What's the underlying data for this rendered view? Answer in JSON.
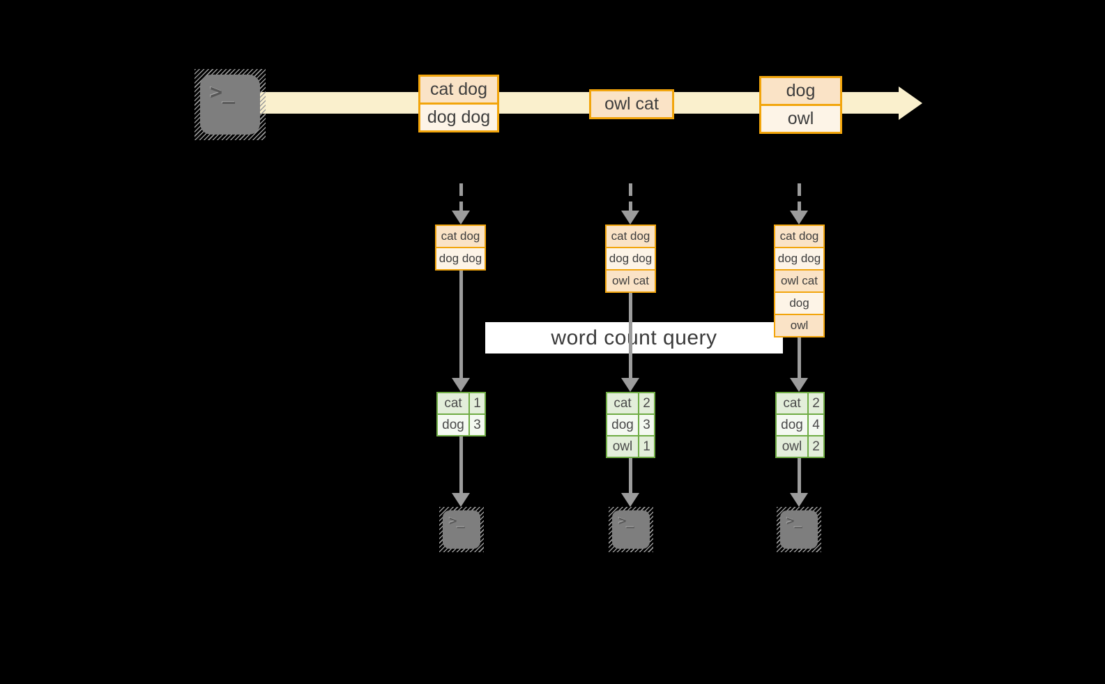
{
  "diagram": {
    "query_label": "word count query",
    "terminal_prompt": ">_",
    "source_icon": "terminal-icon",
    "sink_icon": "terminal-icon"
  },
  "stream": {
    "batches": [
      {
        "items": [
          "cat dog",
          "dog dog"
        ]
      },
      {
        "items": [
          "owl cat"
        ]
      },
      {
        "items": [
          "dog",
          "owl"
        ]
      }
    ]
  },
  "pipelines": [
    {
      "buffer": [
        "cat dog",
        "dog dog"
      ],
      "counts": [
        {
          "word": "cat",
          "count": "1"
        },
        {
          "word": "dog",
          "count": "3"
        }
      ]
    },
    {
      "buffer": [
        "cat dog",
        "dog dog",
        "owl cat"
      ],
      "counts": [
        {
          "word": "cat",
          "count": "2"
        },
        {
          "word": "dog",
          "count": "3"
        },
        {
          "word": "owl",
          "count": "1"
        }
      ]
    },
    {
      "buffer": [
        "cat dog",
        "dog dog",
        "owl cat",
        "dog",
        "owl"
      ],
      "counts": [
        {
          "word": "cat",
          "count": "2"
        },
        {
          "word": "dog",
          "count": "4"
        },
        {
          "word": "owl",
          "count": "2"
        }
      ]
    }
  ],
  "colors": {
    "background": "#000000",
    "stream_band": "#FAF0CD",
    "box_border": "#F2A50C",
    "box_fill_dark": "#FAE3C6",
    "box_fill_light": "#FDF4E7",
    "table_border": "#6FAC44",
    "table_cell_dark": "#E3EEDA",
    "table_cell_light": "#F4F9F1",
    "arrow_gray": "#9C9C9C",
    "terminal_fill": "#7E7E7E",
    "query_band_bg": "#FFFFFF",
    "text": "#3D3D3D"
  }
}
